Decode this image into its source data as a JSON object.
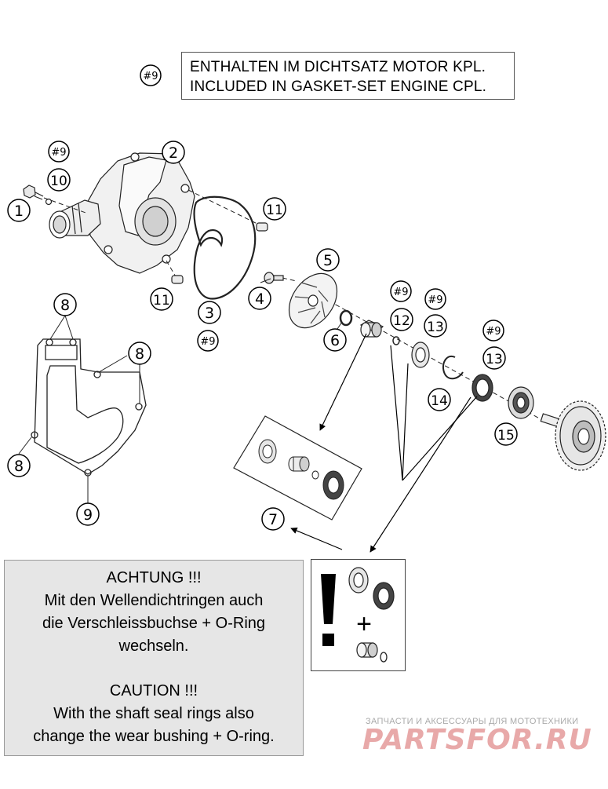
{
  "legend": {
    "marker": "#9",
    "line_de": "ENTHALTEN IM DICHTSATZ MOTOR KPL.",
    "line_en": "INCLUDED IN GASKET-SET ENGINE CPL."
  },
  "callouts": {
    "c1": "1",
    "c2": "2",
    "c3": "3",
    "c4": "4",
    "c5": "5",
    "c6": "6",
    "c7": "7",
    "c8a": "8",
    "c8b": "8",
    "c8c": "8",
    "c9": "9",
    "c10": "10",
    "c11a": "11",
    "c11b": "11",
    "c12": "12",
    "c13a": "13",
    "c13b": "13",
    "c14": "14",
    "c15": "15",
    "h9a": "#9",
    "h9b": "#9",
    "h9c": "#9",
    "h9d": "#9",
    "h9e": "#9"
  },
  "warning": {
    "de_title": "ACHTUNG !!!",
    "de_line1": "Mit den Wellendichtringen auch",
    "de_line2": "die Verschleissbuchse + O-Ring",
    "de_line3": "wechseln.",
    "en_title": "CAUTION !!!",
    "en_line1": "With the shaft seal rings also",
    "en_line2": "change the wear bushing + O-ring."
  },
  "kit": {
    "plus": "+"
  },
  "watermark": {
    "tagline": "ЗАПЧАСТИ И АКСЕССУАРЫ ДЛЯ МОТОТЕХНИКИ",
    "brand": "PARTSFOR.RU"
  }
}
